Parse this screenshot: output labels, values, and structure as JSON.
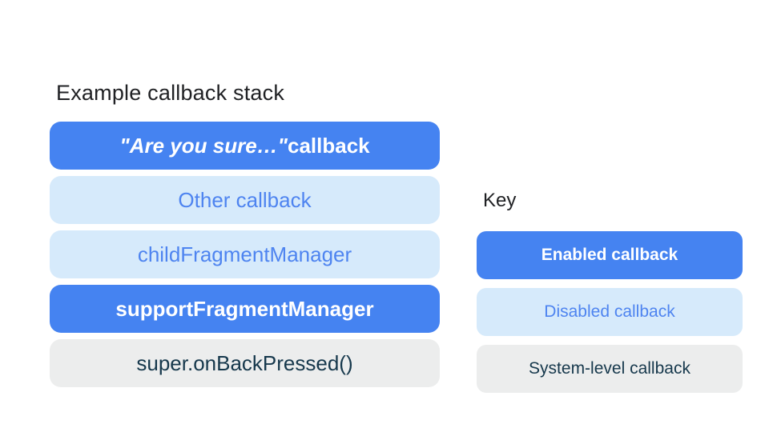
{
  "diagram": {
    "title": "Example callback stack",
    "stack": [
      {
        "em": "\"Are you sure…\"",
        "rest": " callback",
        "style": "enabled"
      },
      {
        "label": "Other callback",
        "style": "disabled"
      },
      {
        "label": "childFragmentManager",
        "style": "disabled"
      },
      {
        "label": "supportFragmentManager",
        "style": "enabled"
      },
      {
        "label": "super.onBackPressed()",
        "style": "system"
      }
    ],
    "key": {
      "title": "Key",
      "items": [
        {
          "label": "Enabled callback",
          "style": "enabled"
        },
        {
          "label": "Disabled callback",
          "style": "disabled"
        },
        {
          "label": "System-level callback",
          "style": "system"
        }
      ]
    },
    "colors": {
      "enabled_bg": "#4583F1",
      "enabled_text": "#FFFFFF",
      "disabled_bg": "#D6EAFB",
      "disabled_text": "#4E84F0",
      "system_bg": "#ECEDED",
      "system_text": "#16384C",
      "title_text": "#202124"
    }
  }
}
